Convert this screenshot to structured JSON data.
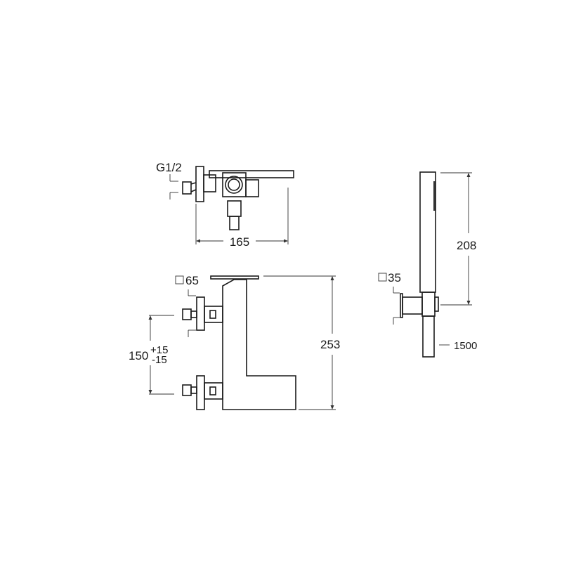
{
  "top_view": {
    "thread_label": "G1/2",
    "width_dim": "165"
  },
  "front_view": {
    "plate_size": "65",
    "center_dim": "150",
    "tol_plus": "+15",
    "tol_minus": "-15",
    "height_dim": "253"
  },
  "hand_shower": {
    "holder_size": "35",
    "length_dim": "208",
    "hose_length": "1500"
  },
  "colors": {
    "line": "#1a1a1a",
    "background": "#ffffff"
  }
}
